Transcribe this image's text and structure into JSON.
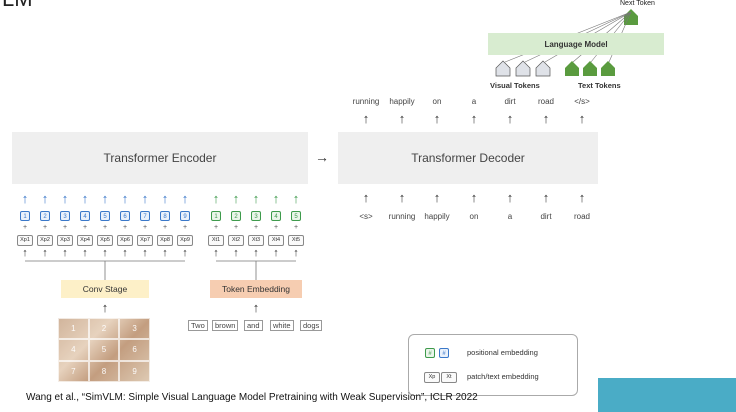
{
  "corner_title": "LM",
  "next_token_label": "Next Token",
  "language_model_label": "Language Model",
  "visual_tokens_label": "Visual Tokens",
  "text_tokens_label": "Text Tokens",
  "encoder_label": "Transformer Encoder",
  "decoder_label": "Transformer Decoder",
  "conv_stage_label": "Conv Stage",
  "token_embedding_label": "Token Embedding",
  "decoder_outputs": [
    "running",
    "happily",
    "on",
    "a",
    "dirt",
    "road",
    "</s>"
  ],
  "decoder_inputs": [
    "<s>",
    "running",
    "happily",
    "on",
    "a",
    "dirt",
    "road"
  ],
  "patch_positions": [
    "1",
    "2",
    "3",
    "4",
    "5",
    "6",
    "7",
    "8",
    "9"
  ],
  "text_positions": [
    "1",
    "2",
    "3",
    "4",
    "5"
  ],
  "patch_tokens": [
    "Xp1",
    "Xp2",
    "Xp3",
    "Xp4",
    "Xp5",
    "Xp6",
    "Xp7",
    "Xp8",
    "Xp9"
  ],
  "text_tokens": [
    "Xt1",
    "Xt2",
    "Xt3",
    "Xt4",
    "Xt5"
  ],
  "input_words": [
    "Two",
    "brown",
    "and",
    "white",
    "dogs"
  ],
  "image_grid_numbers": [
    "1",
    "2",
    "3",
    "4",
    "5",
    "6",
    "7",
    "8",
    "9"
  ],
  "legend": {
    "pos_sample_text": "#",
    "pos_sample_image": "#",
    "pos_label": "positional embedding",
    "patch_sample": "Xp",
    "text_sample": "Xt",
    "patch_label": "patch/text embedding"
  },
  "citation": "Wang et al., “SimVLM: Simple Visual Language Model Pretraining with Weak Supervision”, ICLR 2022",
  "colors": {
    "block_gray": "#efefef",
    "lm_green": "#d8ecd0",
    "token_green": "#5a9b3f",
    "token_gray": "#dfe2e8",
    "pos_blue": "#3a78c9",
    "pos_green": "#3e9a4c",
    "conv_yellow": "#fdf0c8",
    "embed_orange": "#f6cdb1",
    "accent_teal": "#4aacc6"
  }
}
